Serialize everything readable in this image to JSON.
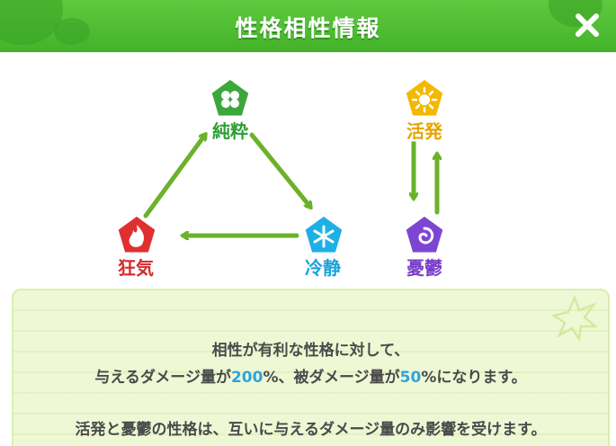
{
  "header": {
    "title": "性格相性情報"
  },
  "nodes": {
    "junsui": {
      "label": "純粋",
      "icon": "clover-icon",
      "color": "#2e9d33"
    },
    "reisei": {
      "label": "冷静",
      "icon": "snowflake-icon",
      "color": "#1aa3d8"
    },
    "kyouki": {
      "label": "狂気",
      "icon": "flame-icon",
      "color": "#d42a2a"
    },
    "kappatsu": {
      "label": "活発",
      "icon": "sun-icon",
      "color": "#e6a400"
    },
    "yuuutsu": {
      "label": "憂鬱",
      "icon": "swirl-icon",
      "color": "#7a3fc9"
    }
  },
  "info": {
    "line1": "相性が有利な性格に対して、",
    "line2_a": "与えるダメージ量が",
    "line2_b": "200",
    "line2_c": "%、被ダメージ量が",
    "line2_d": "50",
    "line2_e": "%になります。",
    "line3": "活発と憂鬱の性格は、互いに与えるダメージ量のみ影響を受けます。"
  },
  "colors": {
    "arrow": "#6cb12c",
    "highlight": "#2fa3e0",
    "header": "#4cba30"
  }
}
